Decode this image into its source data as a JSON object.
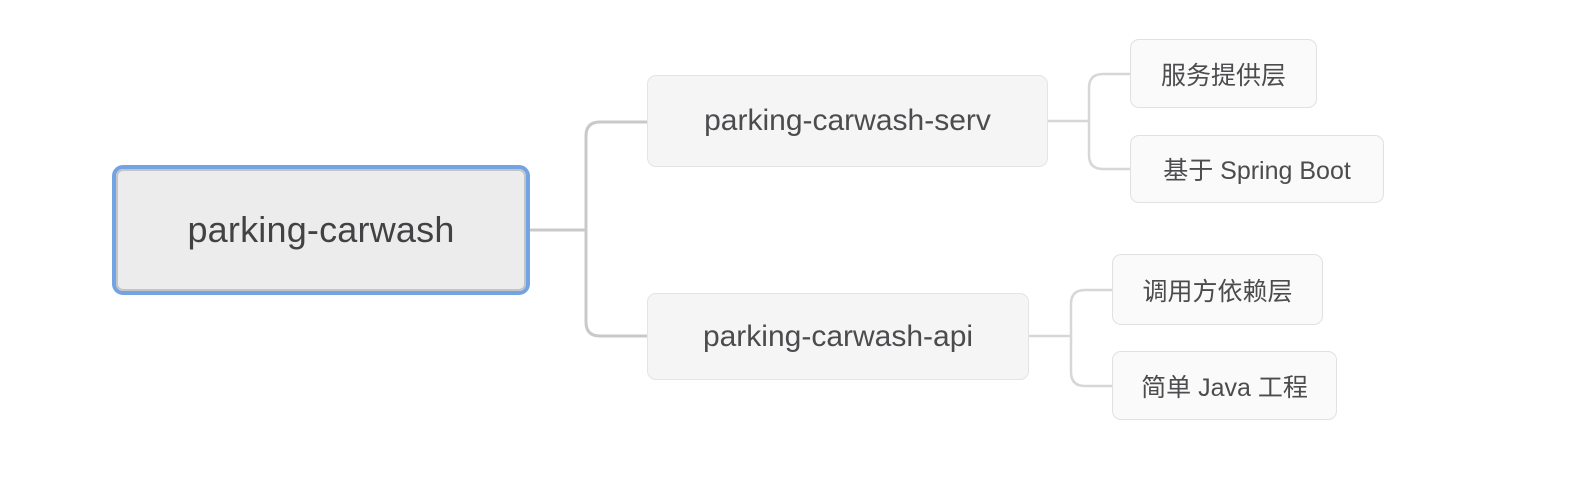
{
  "diagram": {
    "type": "mindmap",
    "root": {
      "label": "parking-carwash",
      "selected": true
    },
    "branches": [
      {
        "label": "parking-carwash-serv",
        "children": [
          {
            "label": "服务提供层"
          },
          {
            "label": "基于 Spring Boot"
          }
        ]
      },
      {
        "label": "parking-carwash-api",
        "children": [
          {
            "label": "调用方依赖层"
          },
          {
            "label": "简单 Java 工程"
          }
        ]
      }
    ],
    "colors": {
      "selection_ring": "#74a3e4",
      "root_fill": "#ececec",
      "root_border": "#c3c4c5",
      "branch_fill": "#f5f5f6",
      "node_border": "#e2e2e4",
      "leaf_fill": "#fafafa",
      "connector_primary": "#c8c9cb",
      "connector_secondary": "#d6d7d9",
      "text": "#4a4a4c"
    }
  }
}
